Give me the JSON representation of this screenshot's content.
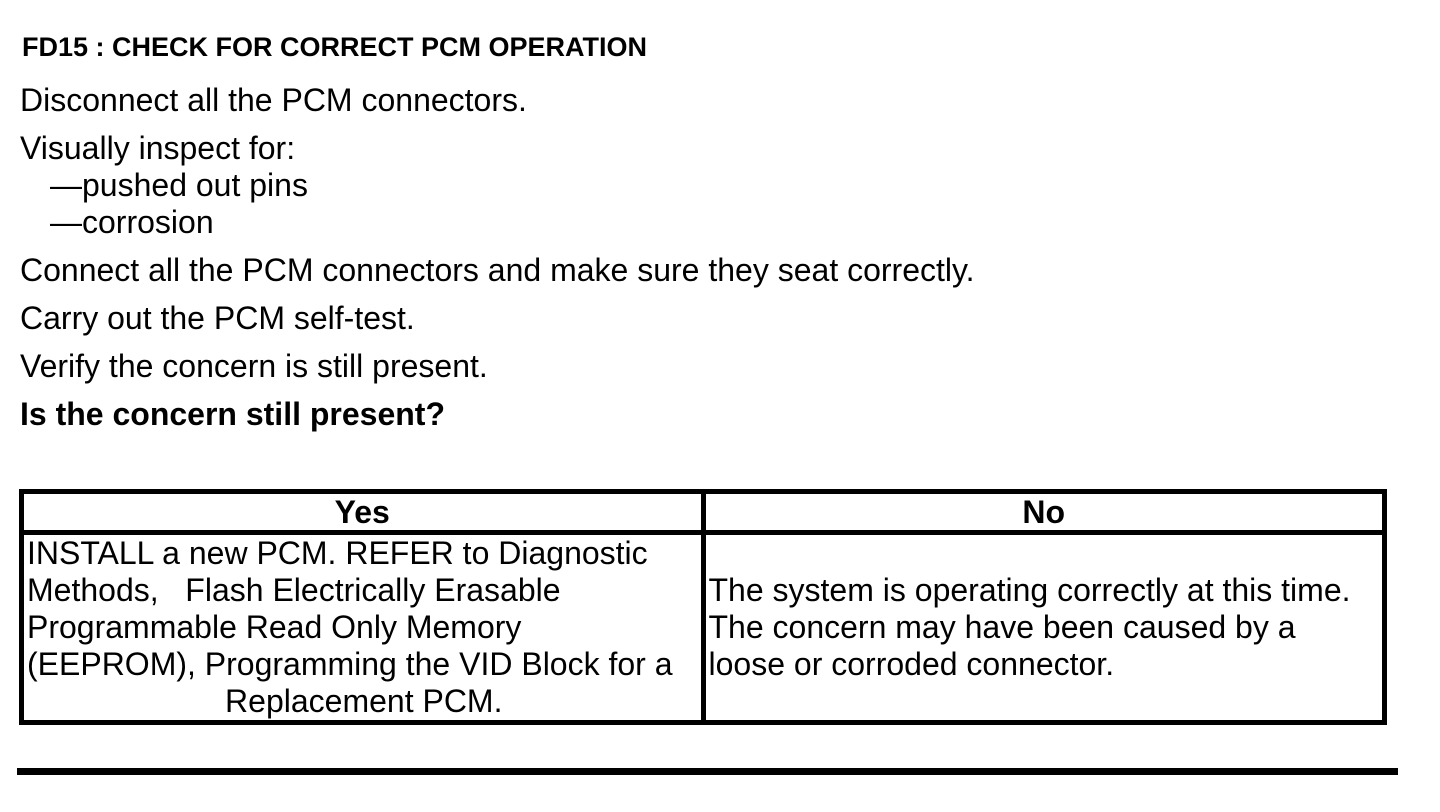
{
  "document": {
    "heading": "FD15 : CHECK FOR CORRECT PCM OPERATION",
    "steps": [
      "Disconnect all the PCM connectors.",
      "Visually inspect for:"
    ],
    "inspection_items": [
      "—pushed out pins",
      "—corrosion"
    ],
    "steps_after": [
      "Connect all the PCM connectors and make sure they seat correctly.",
      "Carry out the PCM self-test.",
      "Verify the concern is still present."
    ],
    "question": "Is the concern still present?",
    "decision_table": {
      "yes_header": "Yes",
      "no_header": "No",
      "yes_action_lines": [
        "INSTALL a new PCM. REFER to Diagnostic",
        "Methods,   Flash Electrically Erasable",
        "Programmable Read Only Memory",
        "(EEPROM), Programming the VID Block for a",
        "Replacement PCM."
      ],
      "no_action_lines": [
        "The system is operating correctly at this time.",
        "The concern may have been caused by a",
        "loose or corroded connector."
      ]
    }
  }
}
